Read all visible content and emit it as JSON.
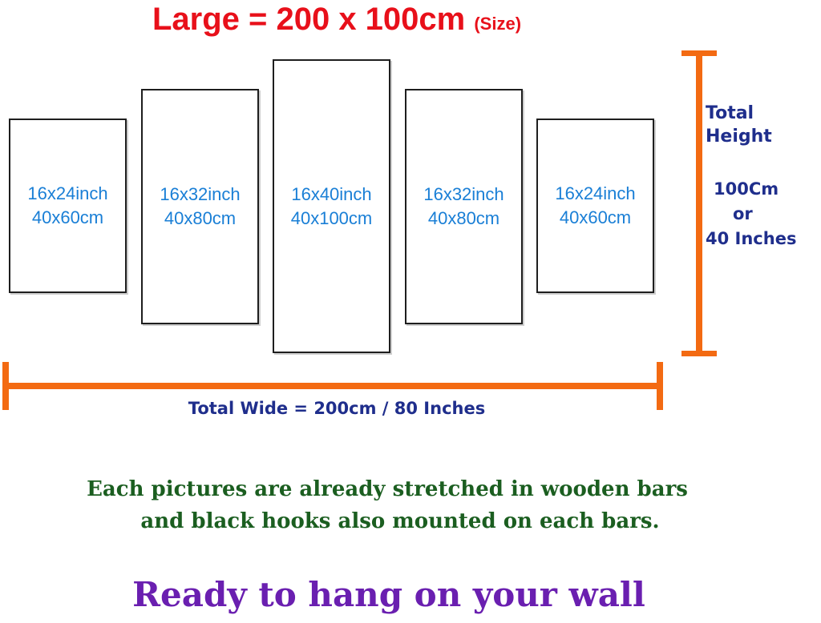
{
  "header": {
    "title": "Large = 200 x 100cm",
    "title_suffix": "(Size)"
  },
  "panels": [
    {
      "inch": "16x24inch",
      "cm": "40x60cm"
    },
    {
      "inch": "16x32inch",
      "cm": "40x80cm"
    },
    {
      "inch": "16x40inch",
      "cm": "40x100cm"
    },
    {
      "inch": "16x32inch",
      "cm": "40x80cm"
    },
    {
      "inch": "16x24inch",
      "cm": "40x60cm"
    }
  ],
  "dimensions": {
    "total_width": "Total Wide = 200cm / 80 Inches",
    "height_title_1": "Total",
    "height_title_2": "Height",
    "height_cm": "100Cm",
    "height_or": "or",
    "height_inches": "40 Inches"
  },
  "notes": {
    "line1": "Each pictures are already stretched in wooden bars",
    "line2": "and black hooks also mounted on each bars.",
    "tagline": "Ready to hang on your wall"
  },
  "colors": {
    "title": "#e8101a",
    "panel_text": "#1a7fd6",
    "measure_bar": "#f36a12",
    "measure_text": "#1f2e8c",
    "note_text": "#1b5e20",
    "tagline": "#6a1fb0"
  }
}
